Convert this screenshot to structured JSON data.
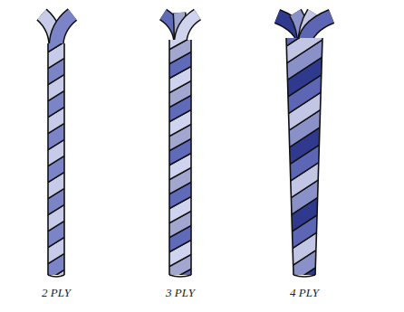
{
  "diagram": {
    "labels": [
      "2 PLY",
      "3 PLY",
      "4 PLY"
    ]
  }
}
